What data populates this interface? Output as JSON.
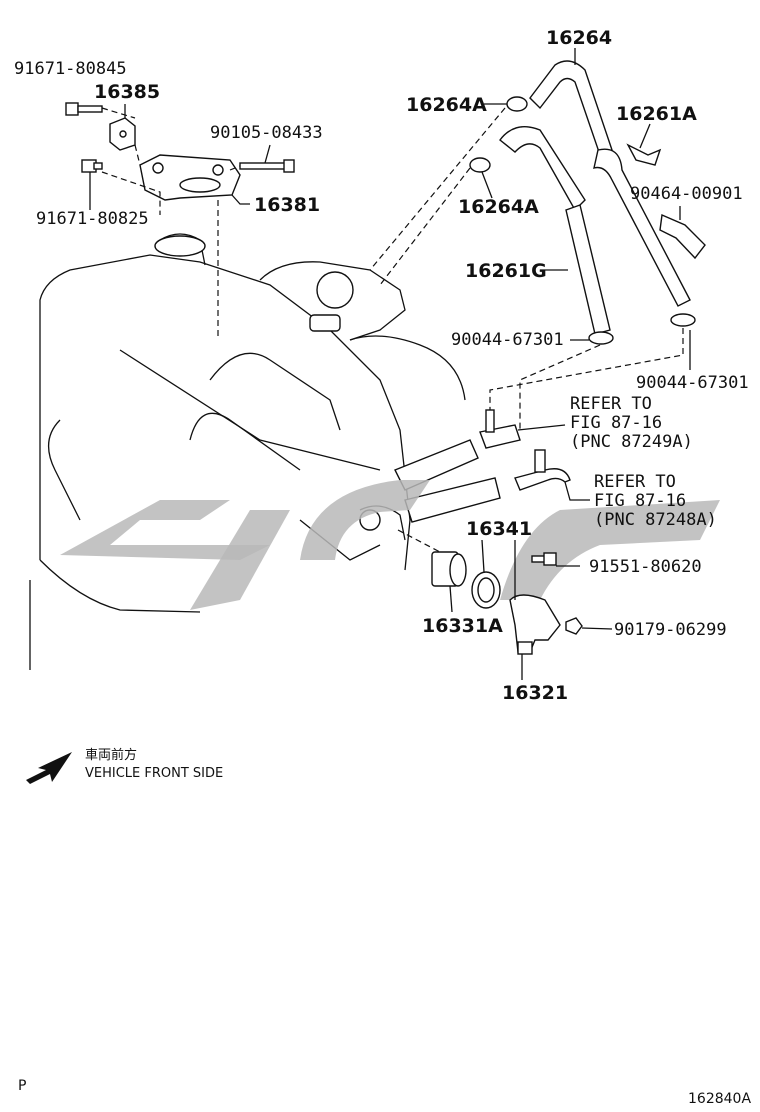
{
  "parts": {
    "p16264": "16264",
    "p16264A_top": "16264A",
    "p16264A_mid": "16264A",
    "p16261A": "16261A",
    "p90464": "90464-00901",
    "p16261G": "16261G",
    "p90044_left": "90044-67301",
    "p90044_right": "90044-67301",
    "p91671_80845": "91671-80845",
    "p16385": "16385",
    "p90105": "90105-08433",
    "p16381": "16381",
    "p91671_80825": "91671-80825",
    "p16341": "16341",
    "p91551": "91551-80620",
    "p16331A": "16331A",
    "p90179": "90179-06299",
    "p16321": "16321"
  },
  "refs": {
    "ref1_line1": "REFER TO",
    "ref1_line2": "FIG 87-16",
    "ref1_line3": "(PNC 87249A)",
    "ref2_line1": "REFER TO",
    "ref2_line2": "FIG 87-16",
    "ref2_line3": "(PNC 87248A)"
  },
  "legend": {
    "japanese": "車両前方",
    "english": "VEHICLE FRONT SIDE",
    "icon": "arrow-front-icon"
  },
  "footer": {
    "page_letter": "P",
    "figure_code": "162840A"
  },
  "watermark": "watermark-logo"
}
